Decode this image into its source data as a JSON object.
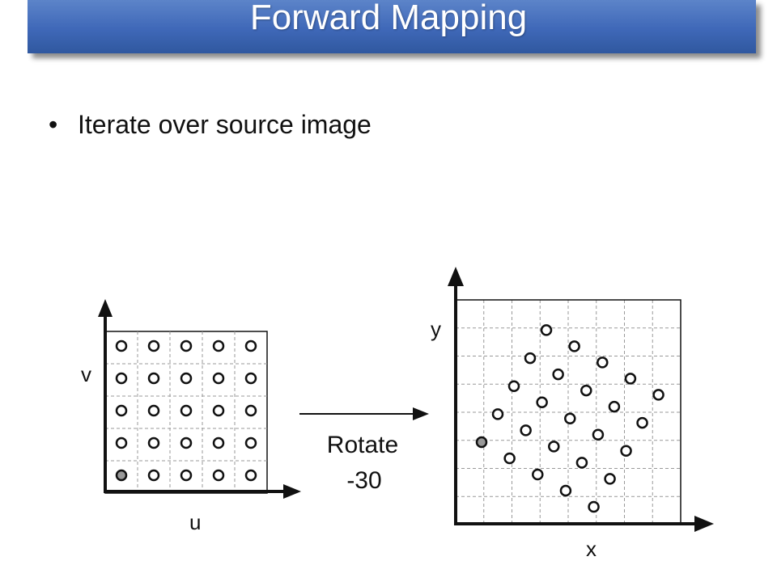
{
  "slide": {
    "title": "Forward Mapping",
    "bullets": [
      "Iterate over source image"
    ]
  },
  "diagram": {
    "source": {
      "axis_vertical_label": "v",
      "axis_horizontal_label": "u",
      "grid_rows": 5,
      "grid_cols": 5,
      "highlighted_point": "bottom-left"
    },
    "transform": {
      "label_line1": "Rotate",
      "label_line2": "-30"
    },
    "target": {
      "axis_vertical_label": "y",
      "axis_horizontal_label": "x",
      "grid_rows": 8,
      "grid_cols": 8
    },
    "colors": {
      "title_bar": "#3f68b8",
      "line": "#111111",
      "grid": "#999999",
      "highlight_fill": "#999999",
      "point_fill": "#ffffff"
    }
  }
}
